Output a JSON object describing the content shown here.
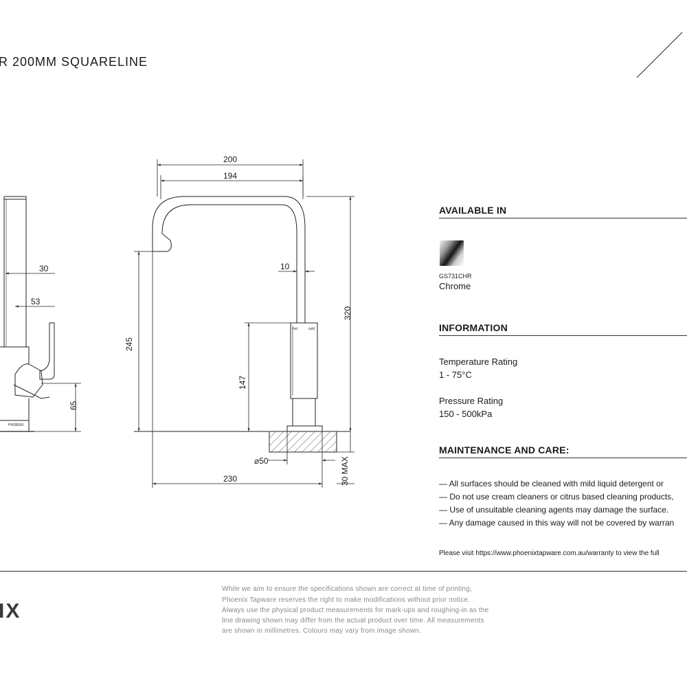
{
  "title": "R 200MM SQUARELINE",
  "drawing": {
    "dims": {
      "d200": "200",
      "d194": "194",
      "d10": "10",
      "d320": "320",
      "d245": "245",
      "d147": "147",
      "d50": "⌀50",
      "d230": "230",
      "d30max": "30 MAX",
      "d30": "30",
      "d53": "53",
      "d65": "65"
    },
    "hot_label": "hot",
    "cold_label": "cold",
    "brand_mark": "PHOENIX"
  },
  "available": {
    "heading": "AVAILABLE IN",
    "code": "GS731CHR",
    "finish": "Chrome",
    "swatch_color": "#8a8a8a"
  },
  "information": {
    "heading": "INFORMATION",
    "temp_label": "Temperature Rating",
    "temp_value": "1 - 75°C",
    "pressure_label": "Pressure Rating",
    "pressure_value": "150 - 500kPa"
  },
  "maintenance": {
    "heading": "MAINTENANCE AND CARE:",
    "items": [
      "— All surfaces should be cleaned with mild liquid detergent or",
      "— Do not use cream cleaners or citrus based cleaning products,",
      "— Use of unsuitable cleaning agents may damage the surface.",
      "— Any damage caused in this way will not be covered by warran"
    ]
  },
  "warranty_note": "Please visit https://www.phoenixtapware.com.au/warranty to view the full",
  "footer": {
    "logo": "IX",
    "disclaimer": [
      "While we aim to ensure the specifications shown are correct at time of printing,",
      "Phoenix Tapware reserves the right to make modifications without prior notice.",
      "Always use the physical product measurements for mark-ups and roughing-in as the",
      "line drawing shown may differ from the actual product over time. All measurements",
      "are shown in millimetres. Colours may vary from image shown."
    ]
  }
}
